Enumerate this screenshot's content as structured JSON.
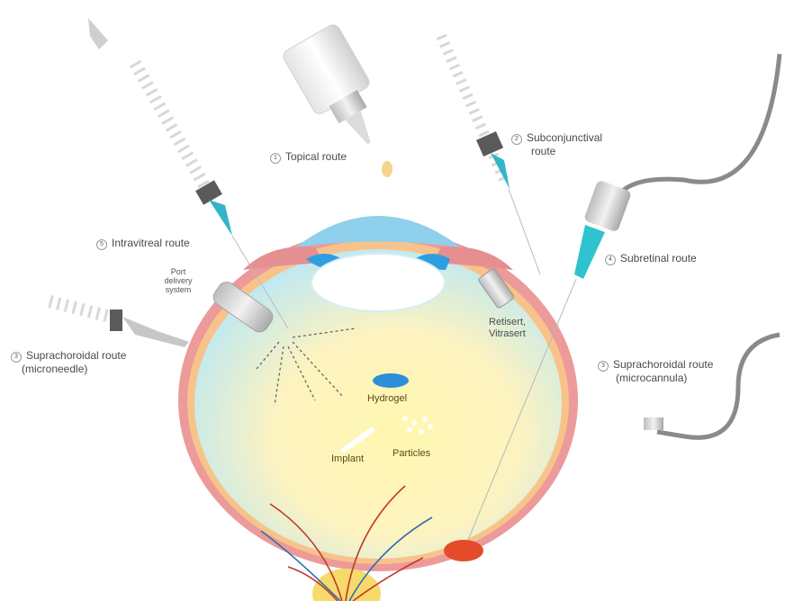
{
  "routes": {
    "topical": {
      "number": "1",
      "label": "Topical route"
    },
    "subconjunctival": {
      "number": "2",
      "label_line1": "Subconjunctival",
      "label_line2": "route"
    },
    "intravitreal": {
      "number": "5",
      "label": "Intravitreal route"
    },
    "subretinal": {
      "number": "4",
      "label": "Subretinal route"
    },
    "suprachoroidal_needle": {
      "number": "3",
      "label_line1": "Suprachoroidal route",
      "label_line2": "(microneedle)"
    },
    "suprachoroidal_cannula": {
      "number": "3",
      "label_line1": "Suprachoroidal route",
      "label_line2": "(microcannula)"
    }
  },
  "devices": {
    "port_delivery": {
      "line1": "Port",
      "line2": "delivery",
      "line3": "system"
    },
    "retisert": {
      "line1": "Retisert,",
      "line2": "Vitrasert"
    }
  },
  "formulations": {
    "hydrogel": "Hydrogel",
    "implant": "Implant",
    "particles": "Particles"
  },
  "colors": {
    "cornea": "#7ec8e8",
    "sclera": "#e98f90",
    "vitreous_inner": "#fff6b8",
    "vitreous_outer": "#bfe8ef",
    "needle_hub": "#34b4c8",
    "vessel_red": "#c0392b",
    "vessel_blue": "#2f6fb0"
  }
}
